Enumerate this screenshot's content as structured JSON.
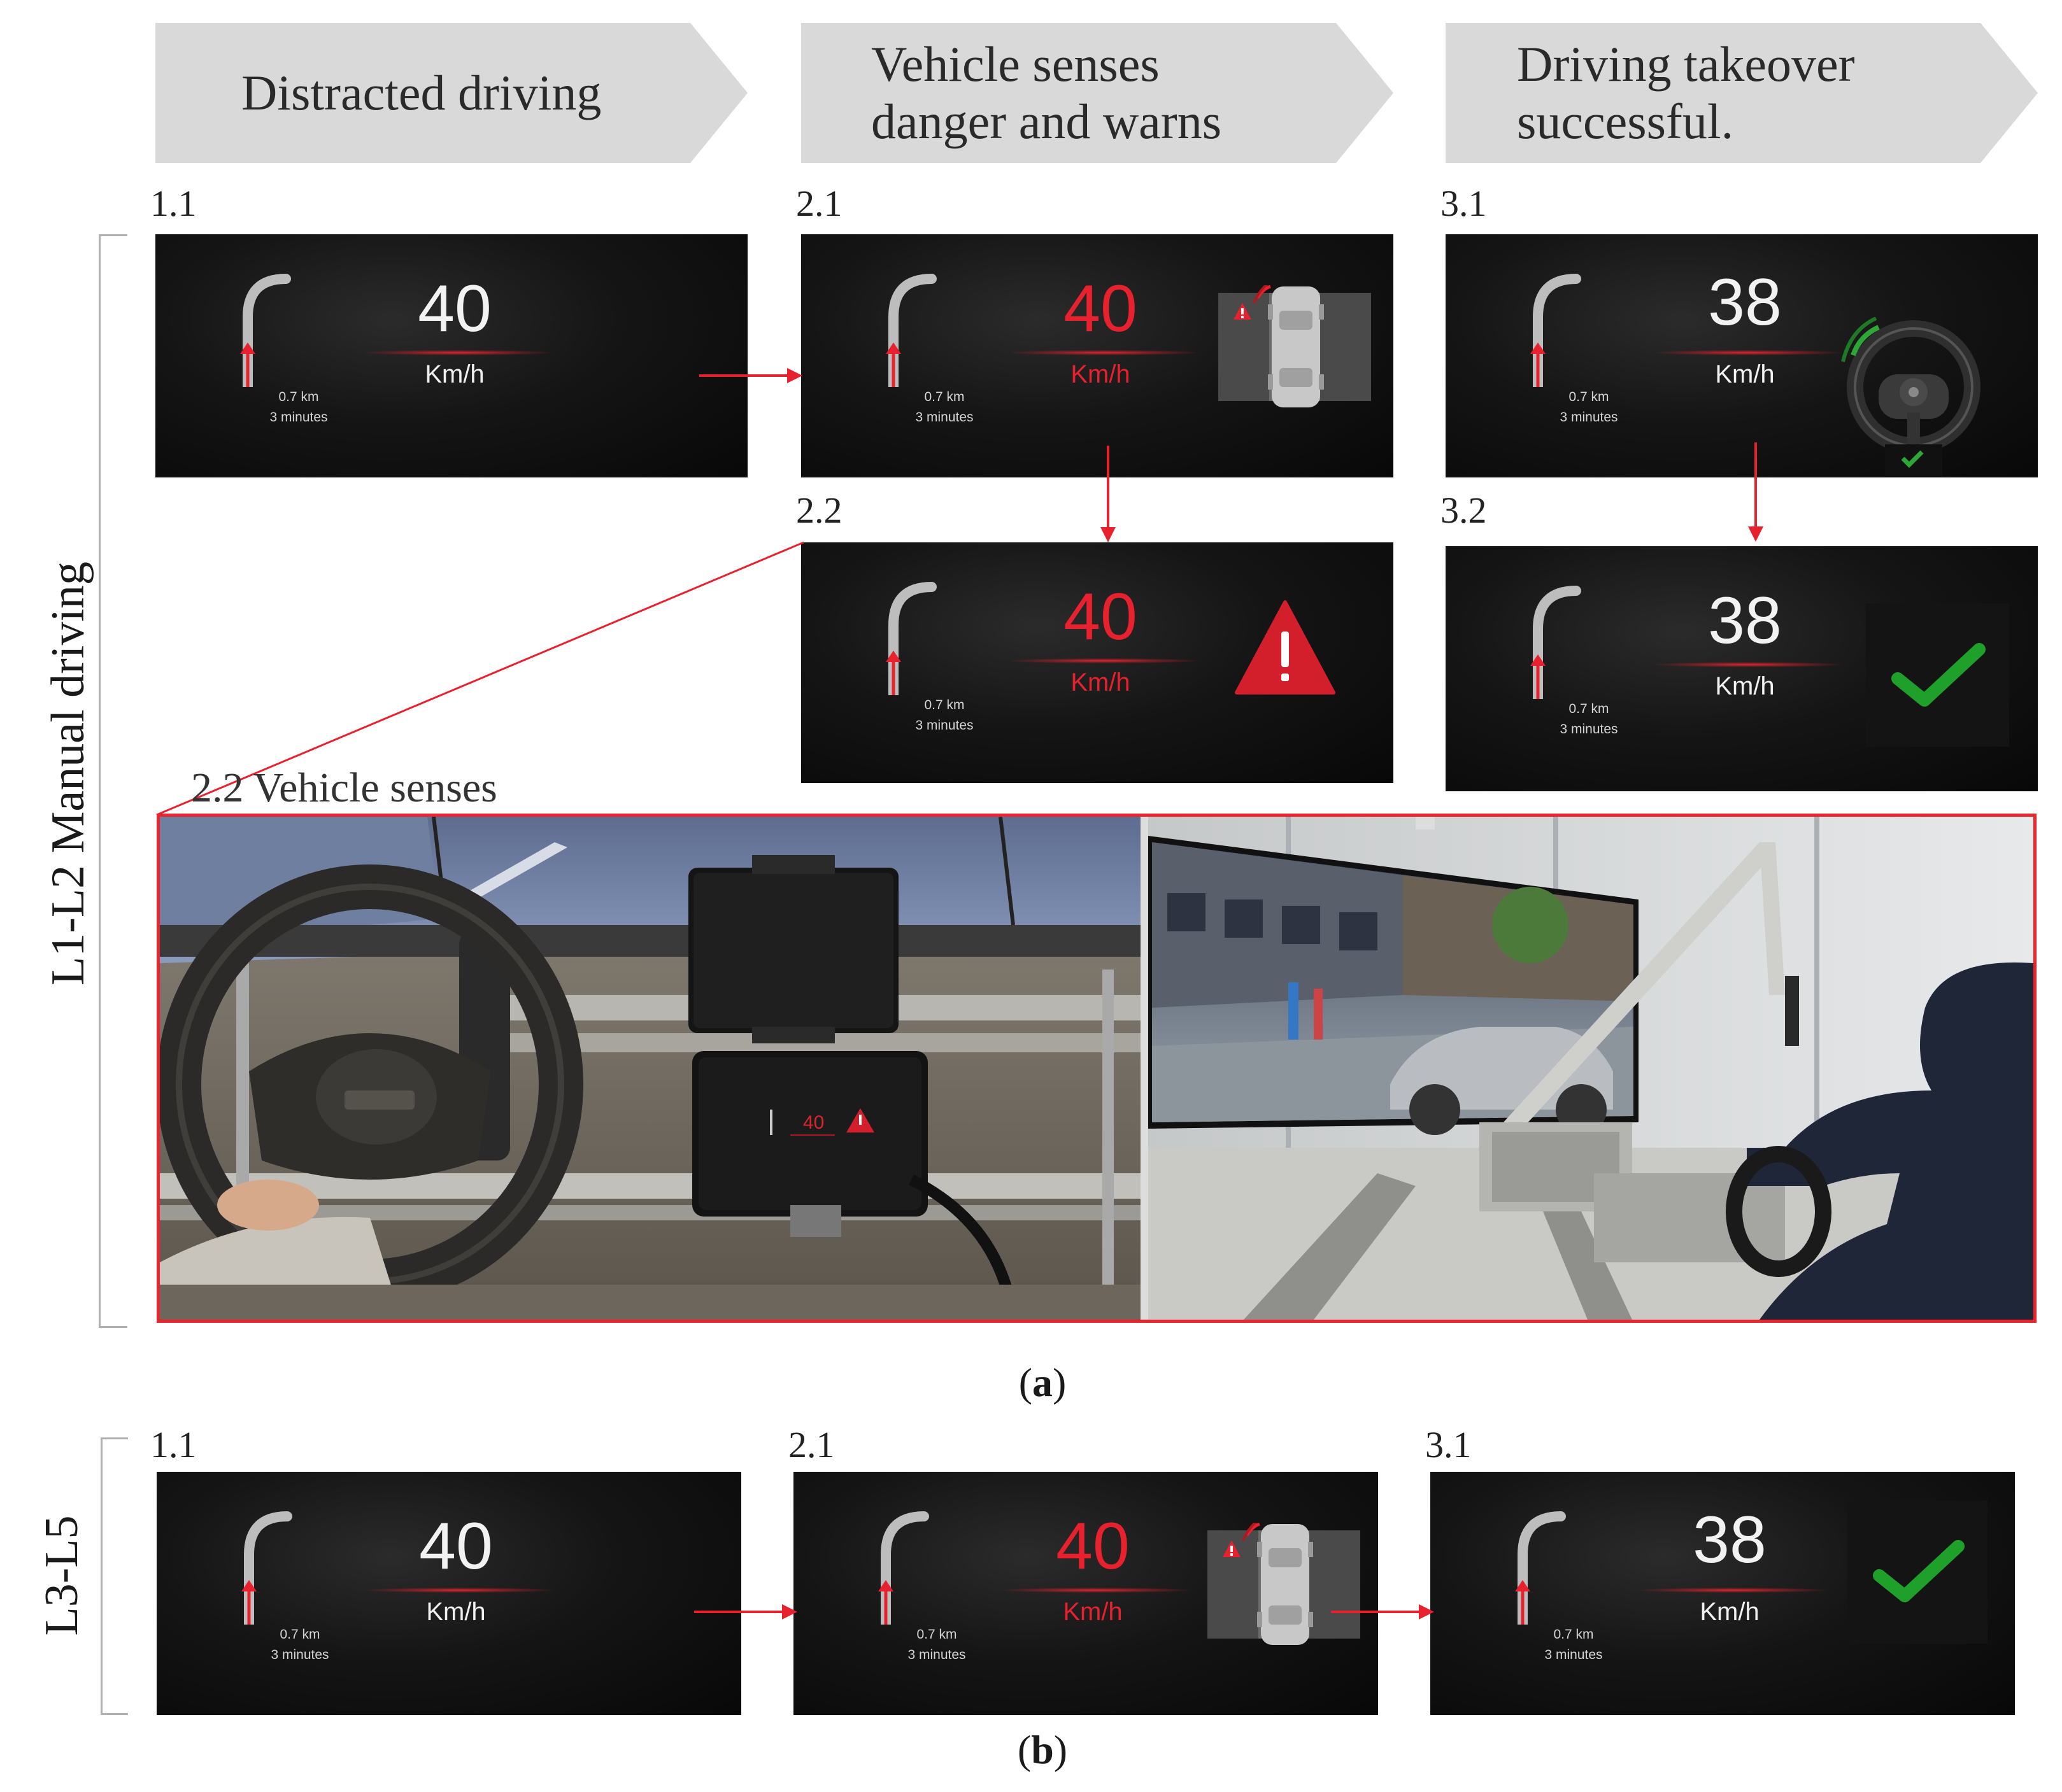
{
  "headers": [
    "Distracted driving",
    "Vehicle senses\ndanger and warns",
    "Driving takeover\nsuccessful."
  ],
  "section_a": {
    "side_label": "L1-L2  Manual driving",
    "panel_labels": [
      "1.1",
      "2.1",
      "3.1",
      "2.2",
      "3.2"
    ],
    "photo_label": "2.2  Vehicle senses",
    "caption_open": "(",
    "caption_letter": "a",
    "caption_close": ")"
  },
  "section_b": {
    "side_label": "L3-L5",
    "panel_labels": [
      "1.1",
      "2.1",
      "3.1"
    ],
    "caption_open": "(",
    "caption_letter": "b",
    "caption_close": ")"
  },
  "dashboards": {
    "normal": {
      "speed": "40",
      "unit": "Km/h",
      "distance": "0.7 km",
      "time": "3 minutes"
    },
    "warning": {
      "speed": "40",
      "unit": "Km/h",
      "distance": "0.7 km",
      "time": "3 minutes"
    },
    "takeover": {
      "speed": "38",
      "unit": "Km/h",
      "distance": "0.7 km",
      "time": "3 minutes"
    }
  },
  "tablet_speed": "40",
  "colors": {
    "accent_red": "#e8212e",
    "chevron_gray": "#d9d9d9",
    "check_green": "#1fa02a",
    "panel_dark": "#0d0d0d"
  },
  "icons": {
    "warning": "warning-triangle-icon",
    "car_sensor": "car-top-view-icon",
    "steering": "steering-wheel-icon",
    "check": "checkmark-icon",
    "road": "curved-road-icon"
  }
}
